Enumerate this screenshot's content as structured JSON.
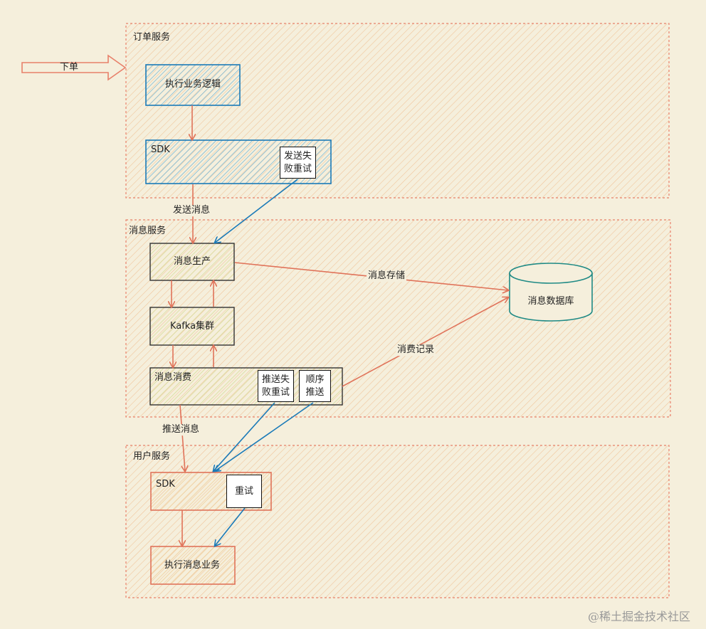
{
  "entry_label": "下单",
  "regions": {
    "order": {
      "title": "订单服务"
    },
    "message": {
      "title": "消息服务"
    },
    "user": {
      "title": "用户服务"
    }
  },
  "nodes": {
    "exec_business": "执行业务逻辑",
    "order_sdk": "SDK",
    "send_retry": "发送失\n败重试",
    "msg_produce": "消息生产",
    "kafka": "Kafka集群",
    "msg_consume": "消息消费",
    "push_retry": "推送失\n败重试",
    "order_push": "顺序\n推送",
    "msg_db": "消息数据库",
    "user_sdk": "SDK",
    "retry": "重试",
    "exec_msg_business": "执行消息业务"
  },
  "edge_labels": {
    "send_msg": "发送消息",
    "msg_store": "消息存储",
    "consume_record": "消费记录",
    "push_msg": "推送消息"
  },
  "watermark": "@稀土掘金技术社区",
  "colors": {
    "background": "#f5efdc",
    "region_border": "#e8806a",
    "blue": "#1a7ab8",
    "red_arrow": "#e0735a",
    "green_fill": "#e6e6b4",
    "db_stroke": "#1f8a85"
  }
}
